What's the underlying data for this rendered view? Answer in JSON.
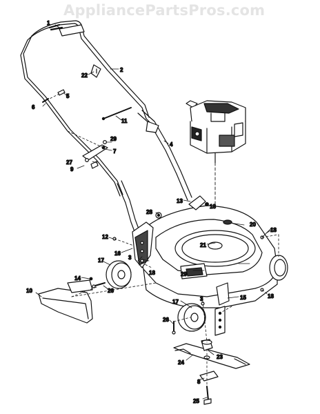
{
  "watermark": "AppliancePartsPros.com",
  "callouts": [
    "1",
    "2",
    "3",
    "3",
    "4",
    "5",
    "6",
    "7",
    "8",
    "9",
    "10",
    "11",
    "12",
    "13",
    "14",
    "15",
    "16",
    "17",
    "17",
    "18",
    "18",
    "18",
    "18",
    "20",
    "21",
    "22",
    "23",
    "24",
    "25",
    "26",
    "26",
    "27",
    "28",
    "29",
    "29"
  ],
  "colors": {
    "ink": "#111111",
    "paper": "#ffffff",
    "watermark": "#e4e4e4"
  }
}
